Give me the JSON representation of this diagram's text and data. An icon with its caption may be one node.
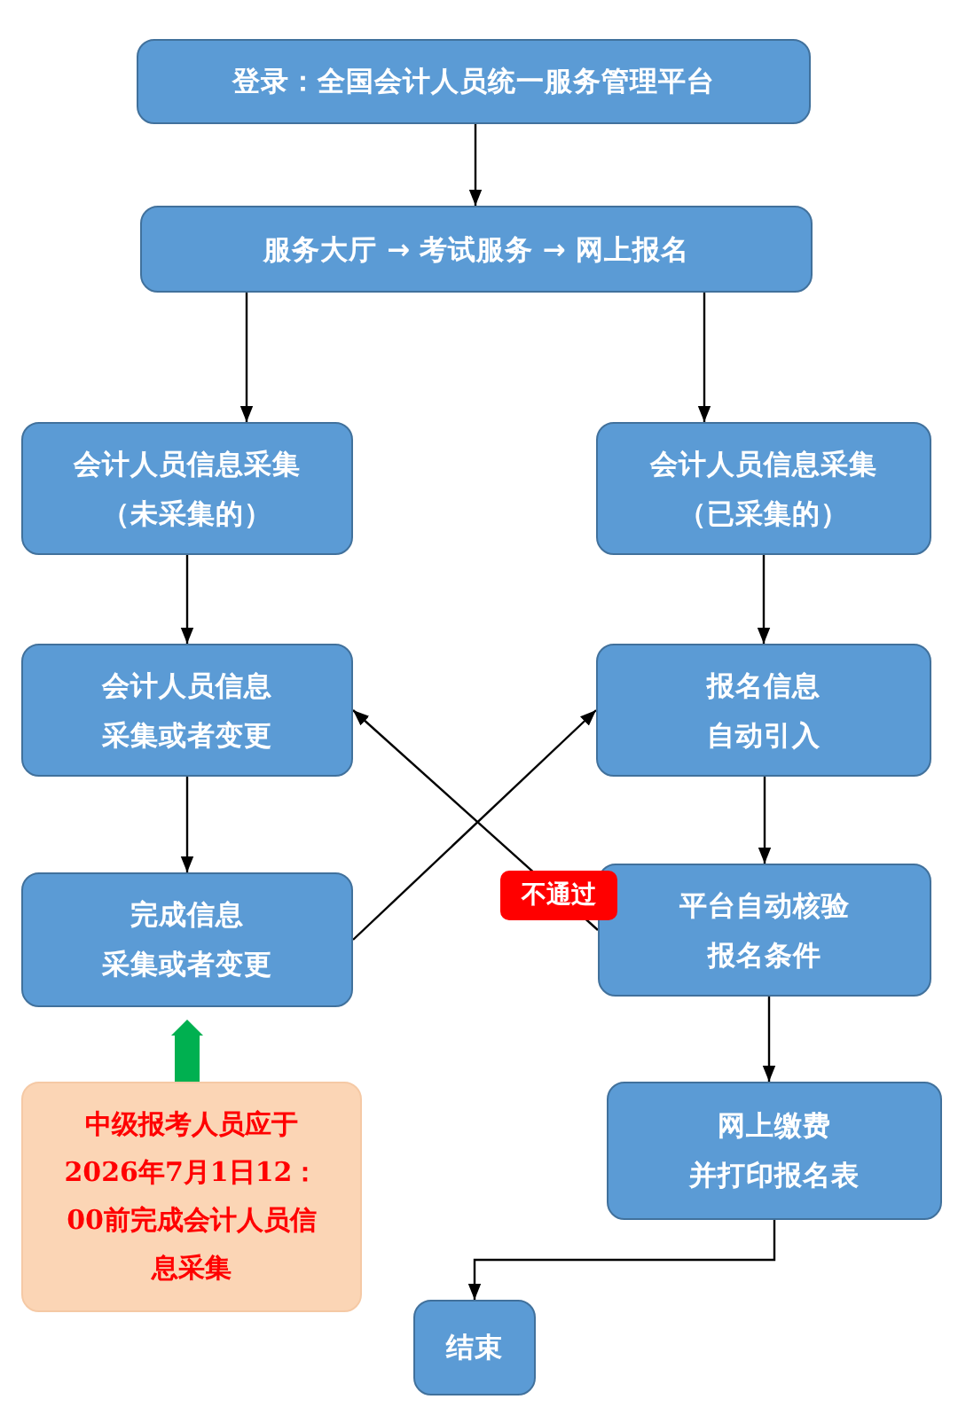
{
  "diagram": {
    "nodes": [
      {
        "text": [
          "登录：全国会计人员统一服务管理平台"
        ]
      },
      {
        "text": [
          "服务大厅 → 考试服务 → 网上报名"
        ]
      },
      {
        "text": [
          "会计人员信息采集",
          "（未采集的）"
        ]
      },
      {
        "text": [
          "会计人员信息采集",
          "（已采集的）"
        ]
      },
      {
        "text": [
          "会计人员信息",
          "采集或者变更"
        ]
      },
      {
        "text": [
          "报名信息",
          "自动引入"
        ]
      },
      {
        "text": [
          "完成信息",
          "采集或者变更"
        ]
      },
      {
        "text": [
          "平台自动核验",
          "报名条件"
        ]
      },
      {
        "text": [
          "网上缴费",
          "并打印报名表"
        ]
      },
      {
        "text": [
          "结束"
        ]
      },
      {
        "text": [
          "中级报考人员应于2026年7月1日12：00前完成会计人员信息采集"
        ]
      }
    ],
    "edges": [
      {
        "from": 0,
        "to": 1,
        "arrow": "to"
      },
      {
        "from": 1,
        "to": 2,
        "arrow": "to"
      },
      {
        "from": 1,
        "to": 3,
        "arrow": "to"
      },
      {
        "from": 2,
        "to": 4,
        "arrow": "to"
      },
      {
        "from": 3,
        "to": 5,
        "arrow": "to"
      },
      {
        "from": 4,
        "to": 6,
        "arrow": "to"
      },
      {
        "from": 6,
        "to": 5,
        "arrow": "to"
      },
      {
        "from": 7,
        "to": 4,
        "arrow": "to",
        "label": "不通过"
      },
      {
        "from": 5,
        "to": 7,
        "arrow": "to"
      },
      {
        "from": 7,
        "to": 8,
        "arrow": "to"
      },
      {
        "from": 8,
        "to": 9,
        "arrow": "to"
      },
      {
        "from": 10,
        "to": 6,
        "arrow": "to",
        "style": "thick",
        "color": "#00b050"
      }
    ]
  }
}
